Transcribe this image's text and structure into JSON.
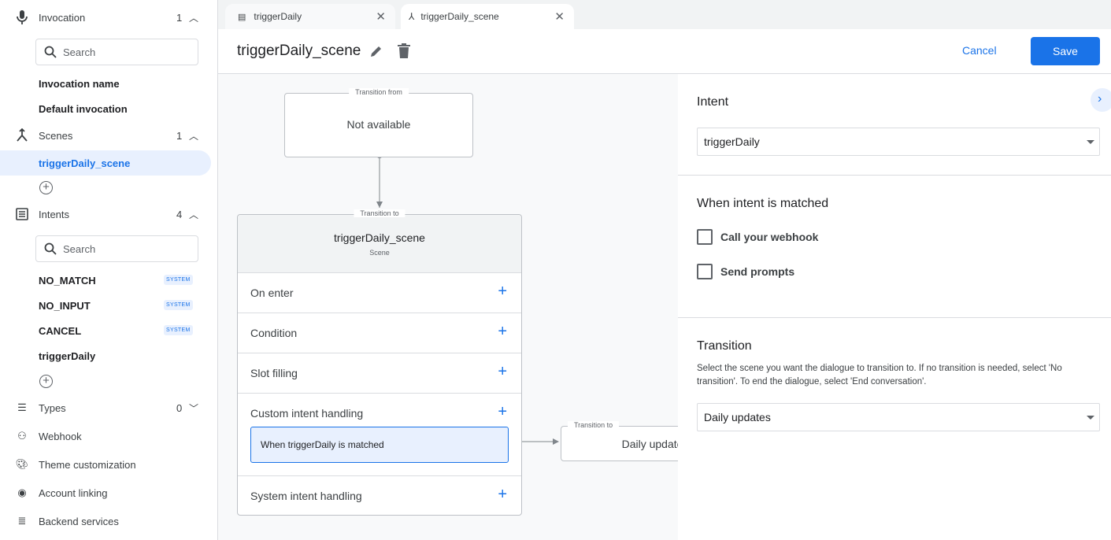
{
  "sidebar": {
    "invocation": {
      "label": "Invocation",
      "count": "1",
      "search_placeholder": "Search",
      "items": [
        "Invocation name",
        "Default invocation"
      ]
    },
    "scenes": {
      "label": "Scenes",
      "count": "1",
      "items": [
        "triggerDaily_scene"
      ]
    },
    "intents": {
      "label": "Intents",
      "count": "4",
      "search_placeholder": "Search",
      "items": [
        {
          "label": "NO_MATCH",
          "badge": "SYSTEM"
        },
        {
          "label": "NO_INPUT",
          "badge": "SYSTEM"
        },
        {
          "label": "CANCEL",
          "badge": "SYSTEM"
        },
        {
          "label": "triggerDaily"
        }
      ]
    },
    "types": {
      "label": "Types",
      "count": "0"
    },
    "links": [
      "Webhook",
      "Theme customization",
      "Account linking",
      "Backend services"
    ]
  },
  "tabs": [
    {
      "label": "triggerDaily",
      "icon": "intent-icon"
    },
    {
      "label": "triggerDaily_scene",
      "icon": "scene-icon",
      "active": true
    }
  ],
  "header": {
    "title": "triggerDaily_scene",
    "cancel": "Cancel",
    "save": "Save"
  },
  "canvas": {
    "from": {
      "legend": "Transition from",
      "text": "Not available"
    },
    "scene": {
      "legend": "Transition to",
      "title": "triggerDaily_scene",
      "subtitle": "Scene",
      "rows": [
        "On enter",
        "Condition",
        "Slot filling",
        "Custom intent handling",
        "System intent handling"
      ],
      "handler": "When triggerDaily is matched"
    },
    "target": {
      "legend": "Transition to",
      "text": "Daily updates"
    }
  },
  "panel": {
    "intent_label": "Intent",
    "intent_value": "triggerDaily",
    "matched_label": "When intent is matched",
    "checkboxes": [
      {
        "label": "Call your webhook",
        "checked": false
      },
      {
        "label": "Send prompts",
        "checked": false
      }
    ],
    "transition_label": "Transition",
    "transition_desc": "Select the scene you want the dialogue to transition to. If no transition is needed, select 'No transition'. To end the dialogue, select 'End conversation'.",
    "transition_value": "Daily updates"
  },
  "colors": {
    "accent": "#1a73e8",
    "selected_bg": "#e8f0fe"
  }
}
